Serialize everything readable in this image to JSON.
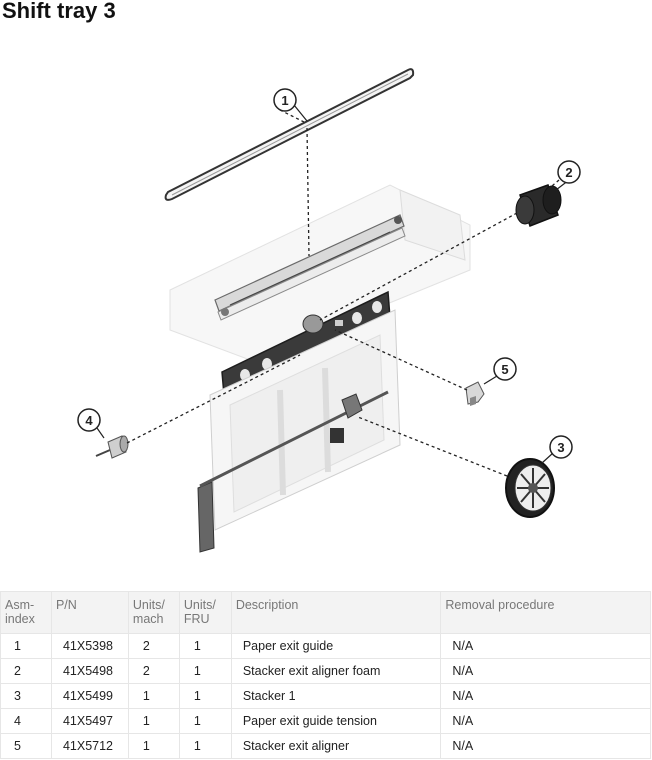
{
  "page": {
    "title": "Shift tray 3"
  },
  "diagram": {
    "callouts": [
      {
        "label": "1"
      },
      {
        "label": "2"
      },
      {
        "label": "3"
      },
      {
        "label": "4"
      },
      {
        "label": "5"
      }
    ]
  },
  "table": {
    "headers": {
      "asm_line1": "Asm-",
      "asm_line2": "index",
      "pn": "P/N",
      "units_mach_line1": "Units/",
      "units_mach_line2": "mach",
      "units_fru_line1": "Units/",
      "units_fru_line2": "FRU",
      "description": "Description",
      "removal": "Removal procedure"
    },
    "rows": [
      {
        "index": "1",
        "pn": "41X5398",
        "units_mach": "2",
        "units_fru": "1",
        "description": "Paper exit guide",
        "removal": "N/A"
      },
      {
        "index": "2",
        "pn": "41X5498",
        "units_mach": "2",
        "units_fru": "1",
        "description": "Stacker exit aligner foam",
        "removal": "N/A"
      },
      {
        "index": "3",
        "pn": "41X5499",
        "units_mach": "1",
        "units_fru": "1",
        "description": "Stacker 1",
        "removal": "N/A"
      },
      {
        "index": "4",
        "pn": "41X5497",
        "units_mach": "1",
        "units_fru": "1",
        "description": "Paper exit guide tension",
        "removal": "N/A"
      },
      {
        "index": "5",
        "pn": "41X5712",
        "units_mach": "1",
        "units_fru": "1",
        "description": "Stacker exit aligner",
        "removal": "N/A"
      }
    ]
  }
}
